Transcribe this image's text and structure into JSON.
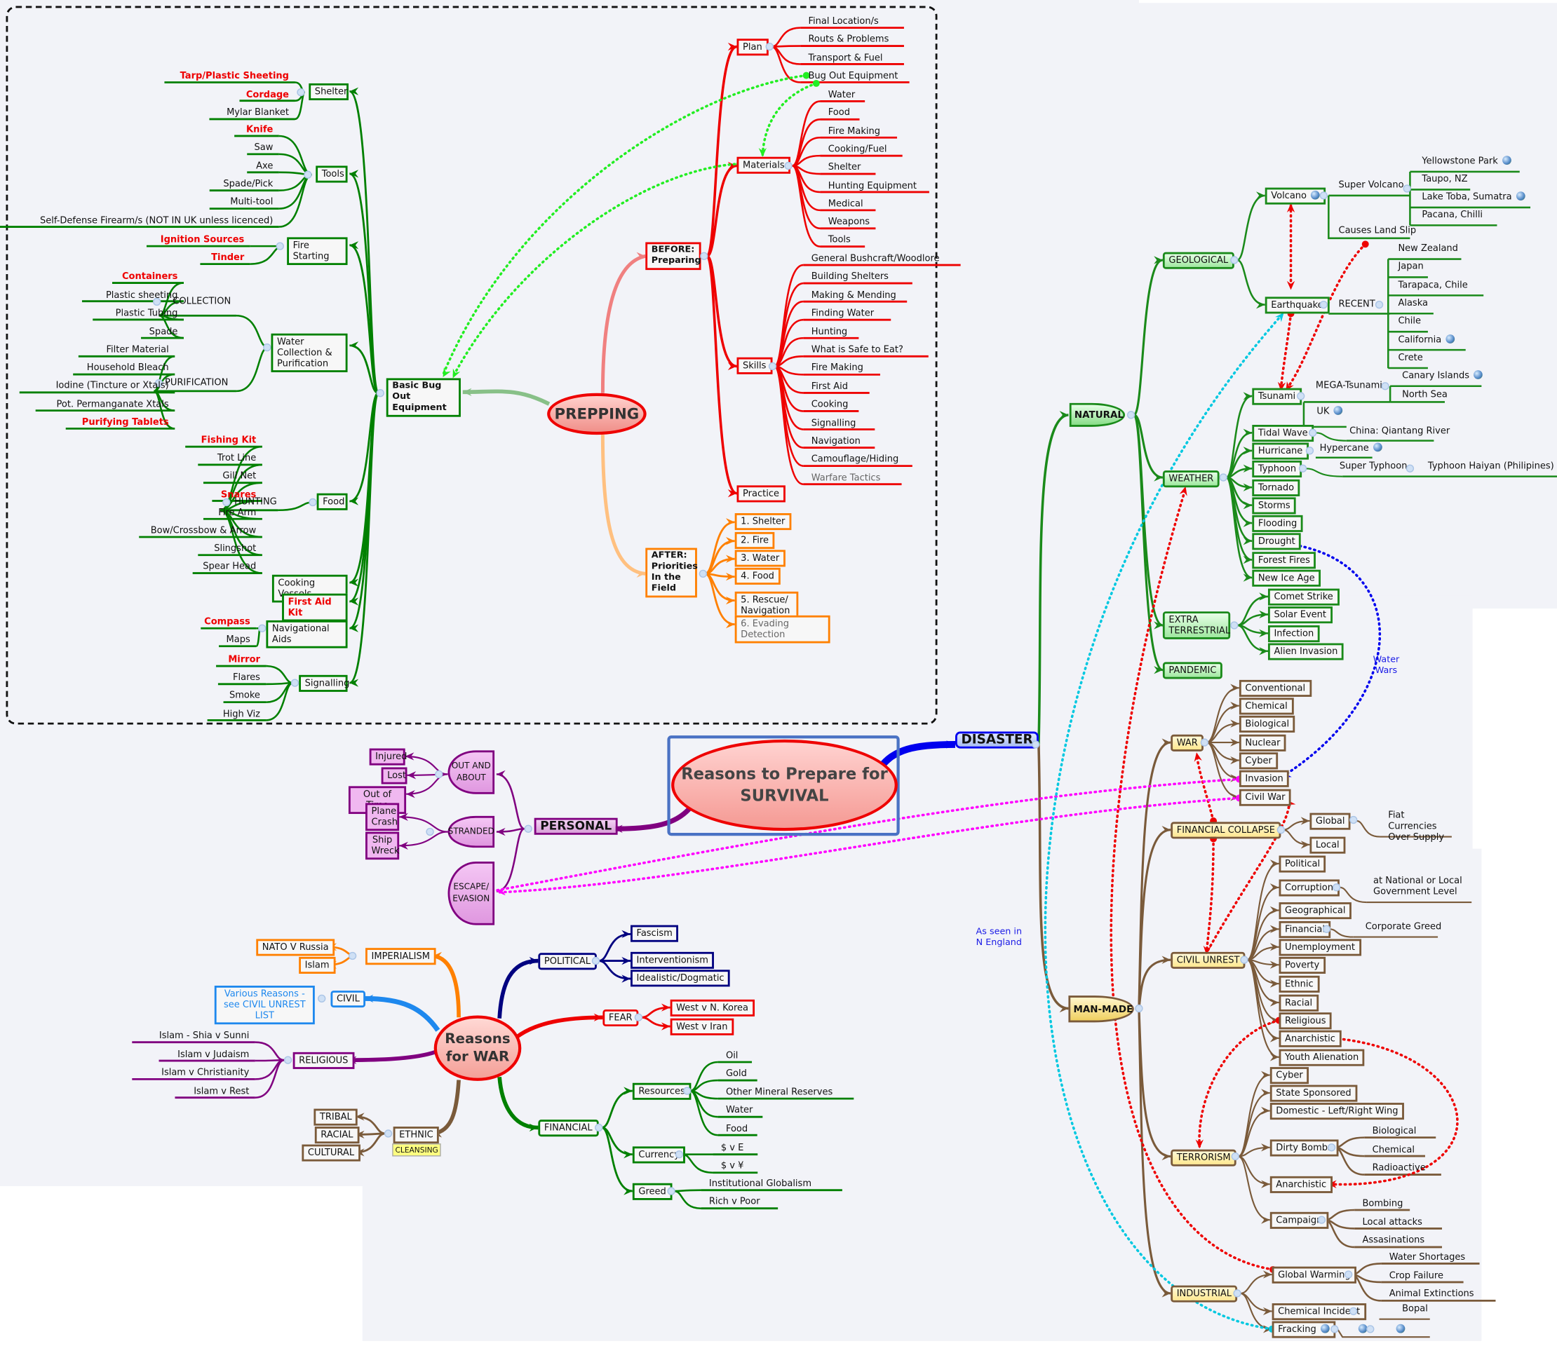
{
  "title": "Reasons to Prepare for SURVIVAL",
  "colors": {
    "background": "#f2f3f8",
    "prepping_green": "#008000",
    "prepping_red": "#ee0000",
    "prepping_orange": "#ff8000",
    "disaster_blue": "#0000ee",
    "natural_green": "#1a8a1a",
    "manmade_brown": "#7a5a3a",
    "personal_purple": "#800080",
    "war_red": "#ee0000"
  },
  "central": {
    "label": "Reasons to Prepare for SURVIVAL"
  },
  "prepping": {
    "label": "PREPPING",
    "bug_out": {
      "label": "Basic Bug Out Equipment",
      "shelter": {
        "label": "Shelter",
        "items": [
          "Tarp/Plastic Sheeting",
          "Cordage",
          "Mylar Blanket"
        ]
      },
      "tools": {
        "label": "Tools",
        "items": [
          "Knife",
          "Saw",
          "Axe",
          "Spade/Pick",
          "Multi-tool",
          "Self-Defense Firearm/s (NOT IN UK unless licenced)"
        ]
      },
      "fire": {
        "label": "Fire Starting",
        "items": [
          "Ignition Sources",
          "Tinder"
        ]
      },
      "water": {
        "label": "Water Collection & Purification",
        "collection": {
          "label": "COLLECTION",
          "items": [
            "Containers",
            "Plastic sheeting",
            "Plastic Tubing",
            "Spade"
          ]
        },
        "purification": {
          "label": "PURIFICATION",
          "items": [
            "Filter Material",
            "Household Bleach",
            "Iodine (Tincture or Xtals)",
            "Pot. Permanganate Xtals",
            "Purifying Tablets"
          ]
        }
      },
      "food": {
        "label": "Food",
        "hunting": {
          "label": "HUNTING",
          "items": [
            "Fishing Kit",
            "Trot Line",
            "Gill Net",
            "Snares",
            "Fire Arm",
            "Bow/Crossbow & Arrow",
            "Slingshot",
            "Spear Head"
          ]
        }
      },
      "cooking": {
        "label": "Cooking Vessels"
      },
      "first_aid": {
        "label": "First Aid Kit"
      },
      "nav": {
        "label": "Navigational Aids",
        "items": [
          "Compass",
          "Maps"
        ]
      },
      "signal": {
        "label": "Signalling",
        "items": [
          "Mirror",
          "Flares",
          "Smoke",
          "High Viz"
        ]
      }
    },
    "before": {
      "label": "BEFORE: Preparing",
      "plan": {
        "label": "Plan",
        "items": [
          "Final Location/s",
          "Routs & Problems",
          "Transport & Fuel",
          "Bug Out Equipment"
        ]
      },
      "materials": {
        "label": "Materials",
        "items": [
          "Water",
          "Food",
          "Fire Making",
          "Cooking/Fuel",
          "Shelter",
          "Hunting Equipment",
          "Medical",
          "Weapons",
          "Tools"
        ]
      },
      "skills": {
        "label": "Skills",
        "items": [
          "General Bushcraft/Woodlore",
          "Building Shelters",
          "Making & Mending",
          "Finding Water",
          "Hunting",
          "What is Safe to Eat?",
          "Fire Making",
          "First Aid",
          "Cooking",
          "Signalling",
          "Navigation",
          "Camouflage/Hiding",
          "Warfare Tactics"
        ]
      },
      "practice": {
        "label": "Practice"
      }
    },
    "after": {
      "label": "AFTER: Priorities In the Field",
      "items": [
        "1. Shelter",
        "2. Fire",
        "3. Water",
        "4. Food",
        "5. Rescue/ Navigation",
        "6. Evading Detection"
      ]
    }
  },
  "personal": {
    "label": "PERSONAL",
    "out_about": {
      "label": "OUT AND ABOUT",
      "items": [
        "Injured",
        "Lost",
        "Out of Time"
      ]
    },
    "stranded": {
      "label": "STRANDED",
      "items": [
        "Plane Crash",
        "Ship Wreck"
      ]
    },
    "escape": {
      "label": "ESCAPE/ EVASION"
    }
  },
  "disaster": {
    "label": "DISASTER",
    "natural": {
      "label": "NATURAL",
      "geological": {
        "label": "GEOLOGICAL",
        "volcano": {
          "label": "Volcano",
          "super": {
            "label": "Super Volcano",
            "items": [
              "Yellowstone Park",
              "Taupo, NZ",
              "Lake Toba, Sumatra",
              "Pacana, Chilli"
            ]
          },
          "landslip": "Causes Land Slip"
        },
        "earthquake": {
          "label": "Earthquake",
          "recent": {
            "label": "RECENT",
            "items": [
              "New Zealand",
              "Japan",
              "Tarapaca, Chile",
              "Alaska",
              "Chile",
              "California",
              "Crete"
            ]
          }
        }
      },
      "weather": {
        "label": "WEATHER",
        "tsunami": {
          "label": "Tsunami",
          "mega": {
            "label": "MEGA-Tsunami",
            "items": [
              "Canary Islands",
              "North Sea"
            ]
          },
          "uk": "UK"
        },
        "tidal": {
          "label": "Tidal Wave",
          "item": "China: Qiantang River"
        },
        "hurricane": {
          "label": "Hurricane",
          "item": "Hypercane"
        },
        "typhoon": {
          "label": "Typhoon",
          "super": "Super Typhoon",
          "item": "Typhoon Haiyan (Philipines)"
        },
        "items": [
          "Tornado",
          "Storms",
          "Flooding",
          "Drought",
          "Forest Fires",
          "New Ice Age"
        ]
      },
      "extra": {
        "label": "EXTRA TERRESTRIAL",
        "items": [
          "Comet Strike",
          "Solar Event",
          "Infection",
          "Alien Invasion"
        ]
      },
      "pandemic": {
        "label": "PANDEMIC"
      }
    },
    "manmade": {
      "label": "MAN-MADE",
      "war": {
        "label": "WAR",
        "items": [
          "Conventional",
          "Chemical",
          "Biological",
          "Nuclear",
          "Cyber",
          "Invasion",
          "Civil War"
        ]
      },
      "financial": {
        "label": "FINANCIAL COLLAPSE",
        "global": "Global",
        "global_note": "Fiat Currencies Over Supply",
        "local": "Local"
      },
      "civil": {
        "label": "CIVIL UNREST",
        "items": [
          "Political",
          "Corruption",
          "Geographical",
          "Financial",
          "Unemployment",
          "Poverty",
          "Ethnic",
          "Racial",
          "Religious",
          "Anarchistic",
          "Youth Alienation"
        ],
        "corruption_note": "at National or Local Government Level",
        "financial_note": "Corporate Greed"
      },
      "terrorism": {
        "label": "TERRORISM",
        "items": [
          "Cyber",
          "State Sponsored",
          "Domestic - Left/Right Wing",
          "Dirty Bombs",
          "Anarchistic",
          "Campaign"
        ],
        "dirty": [
          "Biological",
          "Chemical",
          "Radioactive"
        ],
        "campaign": [
          "Bombing",
          "Local attacks",
          "Assasinations"
        ]
      },
      "industrial": {
        "label": "INDUSTRIAL",
        "global_warming": {
          "label": "Global Warming",
          "items": [
            "Water Shortages",
            "Crop Failure",
            "Animal Extinctions"
          ]
        },
        "chemical": {
          "label": "Chemical Incident",
          "item": "Bopal"
        },
        "fracking": {
          "label": "Fracking"
        }
      }
    },
    "notes": {
      "water_wars": "Water Wars",
      "england": "As seen in N England"
    }
  },
  "war_reasons": {
    "label": "Reasons for WAR",
    "imperialism": {
      "label": "IMPERIALISM",
      "items": [
        "NATO V Russia",
        "Islam"
      ]
    },
    "civil": {
      "label": "CIVIL",
      "note": "Various Reasons - see CIVIL UNREST LIST"
    },
    "religious": {
      "label": "RELIGIOUS",
      "items": [
        "Islam - Shia v Sunni",
        "Islam v Judaism",
        "Islam v Christianity",
        "Islam v Rest"
      ]
    },
    "ethnic": {
      "label": "ETHNIC",
      "tag": "CLEANSING",
      "items": [
        "TRIBAL",
        "RACIAL",
        "CULTURAL"
      ]
    },
    "political": {
      "label": "POLITICAL",
      "items": [
        "Fascism",
        "Interventionism",
        "Idealistic/Dogmatic"
      ]
    },
    "fear": {
      "label": "FEAR",
      "items": [
        "West v N. Korea",
        "West v Iran"
      ]
    },
    "financial": {
      "label": "FINANCIAL",
      "resources": {
        "label": "Resources",
        "items": [
          "Oil",
          "Gold",
          "Other Mineral Reserves",
          "Water",
          "Food"
        ]
      },
      "currency": {
        "label": "Currency",
        "items": [
          "$ v E",
          "$ v ¥"
        ]
      },
      "greed": {
        "label": "Greed",
        "items": [
          "Institutional Globalism",
          "Rich v Poor"
        ]
      }
    }
  }
}
